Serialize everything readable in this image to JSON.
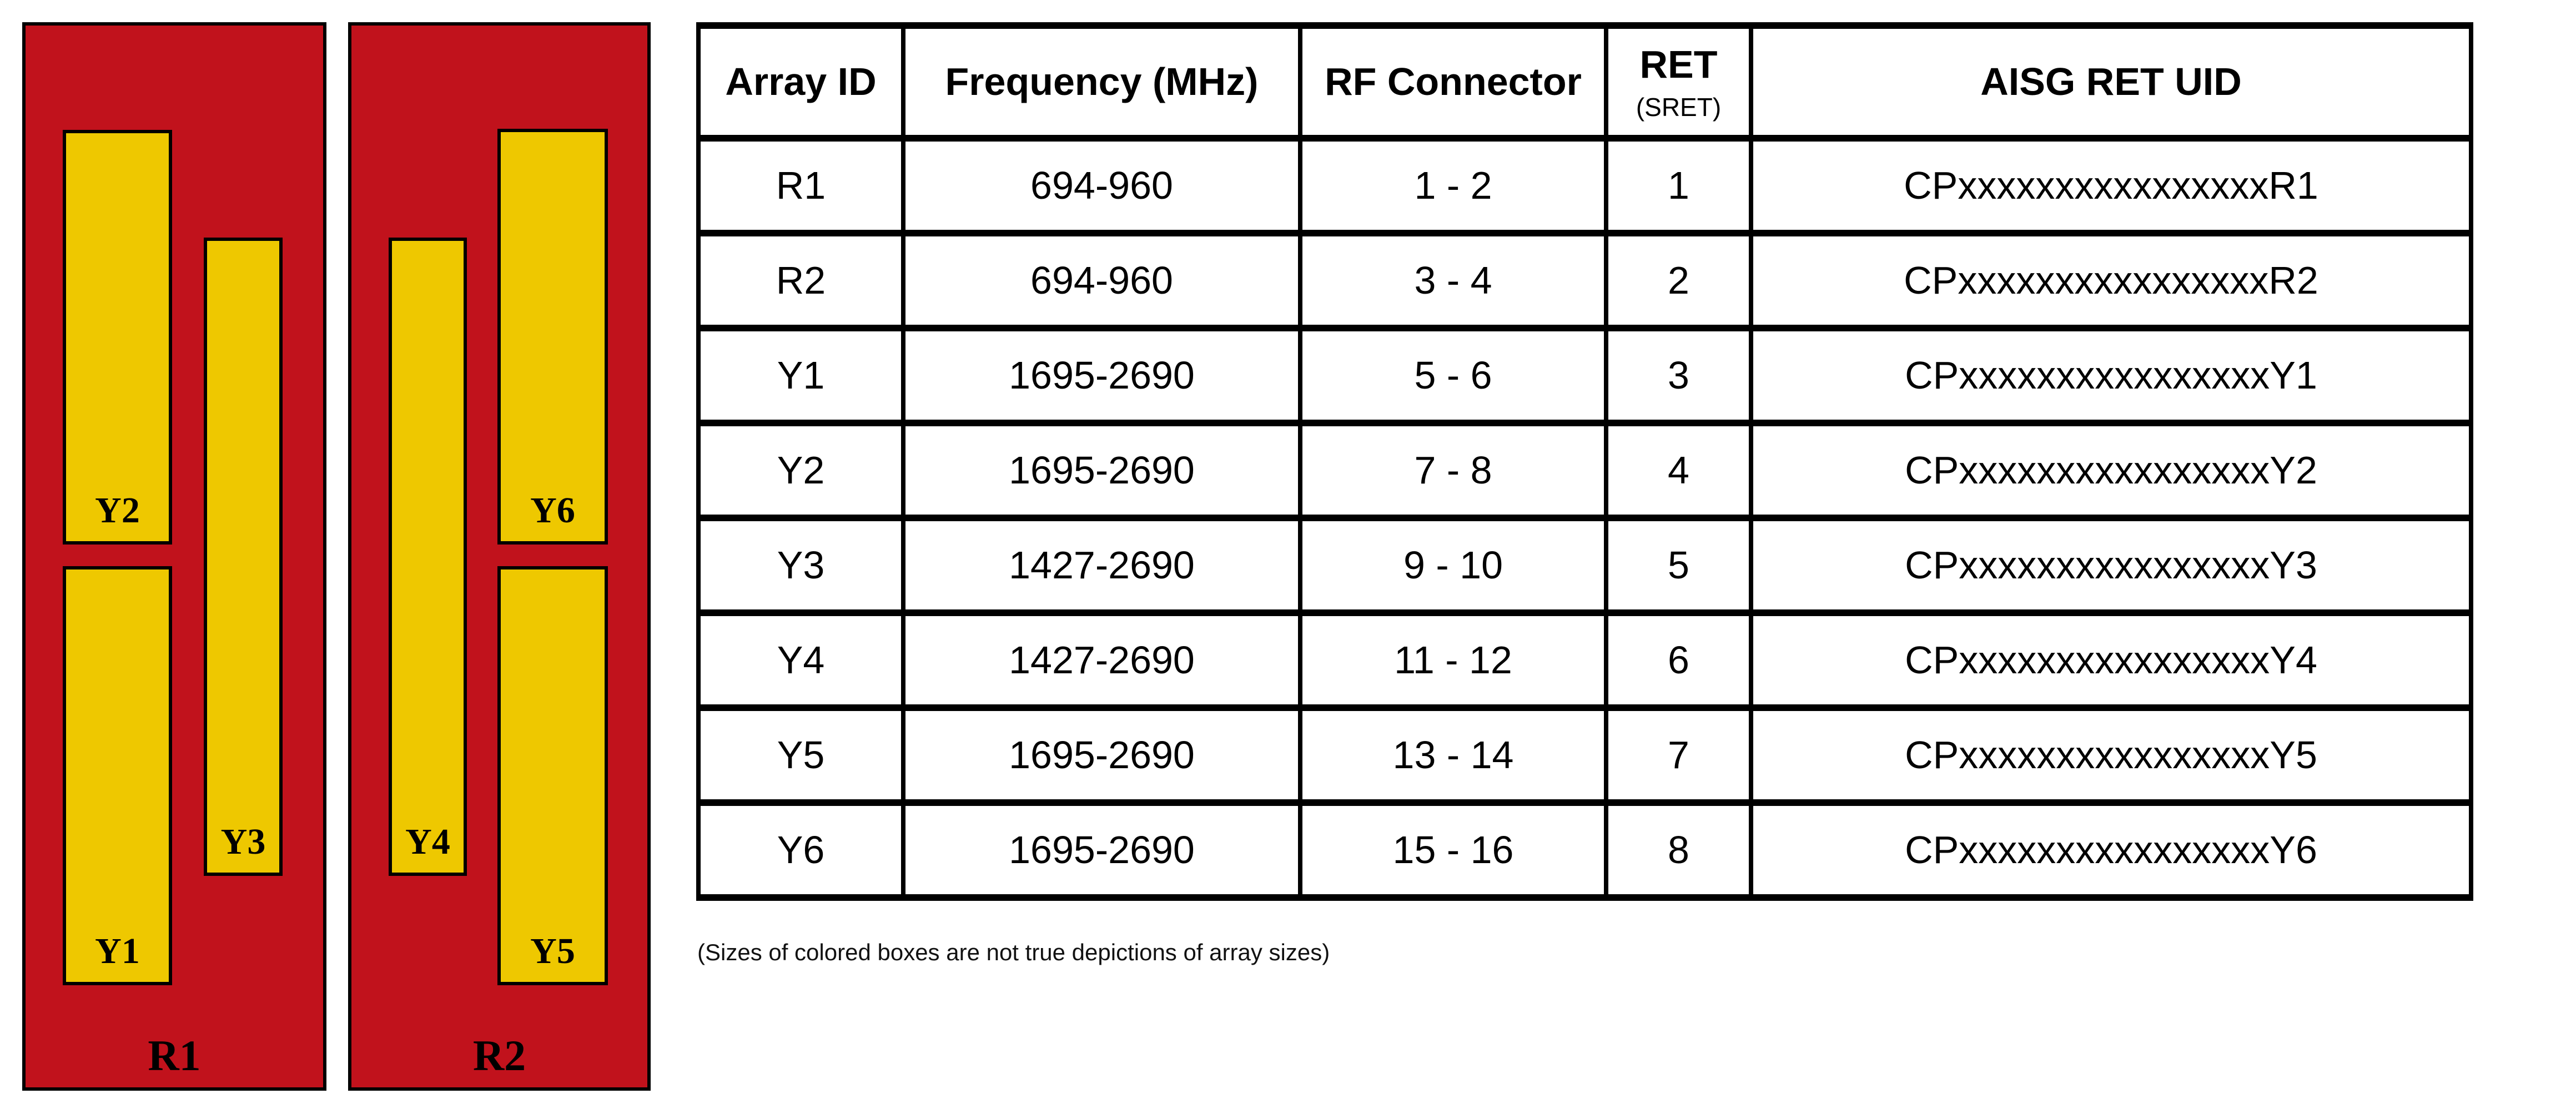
{
  "colors": {
    "red": "#C1121C",
    "yellow": "#EEC800",
    "line": "#000000"
  },
  "diagram": {
    "panels": [
      {
        "label": "R1",
        "boxes": [
          {
            "label": "Y2"
          },
          {
            "label": "Y1"
          },
          {
            "label": "Y3"
          }
        ]
      },
      {
        "label": "R2",
        "boxes": [
          {
            "label": "Y4"
          },
          {
            "label": "Y6"
          },
          {
            "label": "Y5"
          }
        ]
      }
    ]
  },
  "table": {
    "headers": {
      "array_id": "Array ID",
      "frequency": "Frequency (MHz)",
      "rf_connector": "RF Connector",
      "ret_main": "RET",
      "ret_sub": "(SRET)",
      "aisg_uid": "AISG RET UID"
    },
    "rows": [
      {
        "id": "R1",
        "color": "red",
        "frequency": "694-960",
        "rf_connector": "1 - 2",
        "ret": "1",
        "uid": "CPxxxxxxxxxxxxxxxxR1"
      },
      {
        "id": "R2",
        "color": "red",
        "frequency": "694-960",
        "rf_connector": "3 - 4",
        "ret": "2",
        "uid": "CPxxxxxxxxxxxxxxxxR2"
      },
      {
        "id": "Y1",
        "color": "yellow",
        "frequency": "1695-2690",
        "rf_connector": "5 - 6",
        "ret": "3",
        "uid": "CPxxxxxxxxxxxxxxxxY1"
      },
      {
        "id": "Y2",
        "color": "yellow",
        "frequency": "1695-2690",
        "rf_connector": "7 - 8",
        "ret": "4",
        "uid": "CPxxxxxxxxxxxxxxxxY2"
      },
      {
        "id": "Y3",
        "color": "yellow",
        "frequency": "1427-2690",
        "rf_connector": "9 - 10",
        "ret": "5",
        "uid": "CPxxxxxxxxxxxxxxxxY3"
      },
      {
        "id": "Y4",
        "color": "yellow",
        "frequency": "1427-2690",
        "rf_connector": "11 - 12",
        "ret": "6",
        "uid": "CPxxxxxxxxxxxxxxxxY4"
      },
      {
        "id": "Y5",
        "color": "yellow",
        "frequency": "1695-2690",
        "rf_connector": "13 - 14",
        "ret": "7",
        "uid": "CPxxxxxxxxxxxxxxxxY5"
      },
      {
        "id": "Y6",
        "color": "yellow",
        "frequency": "1695-2690",
        "rf_connector": "15 - 16",
        "ret": "8",
        "uid": "CPxxxxxxxxxxxxxxxxY6"
      }
    ]
  },
  "note": {
    "text": "(Sizes of colored boxes are not true depictions of array sizes)"
  }
}
